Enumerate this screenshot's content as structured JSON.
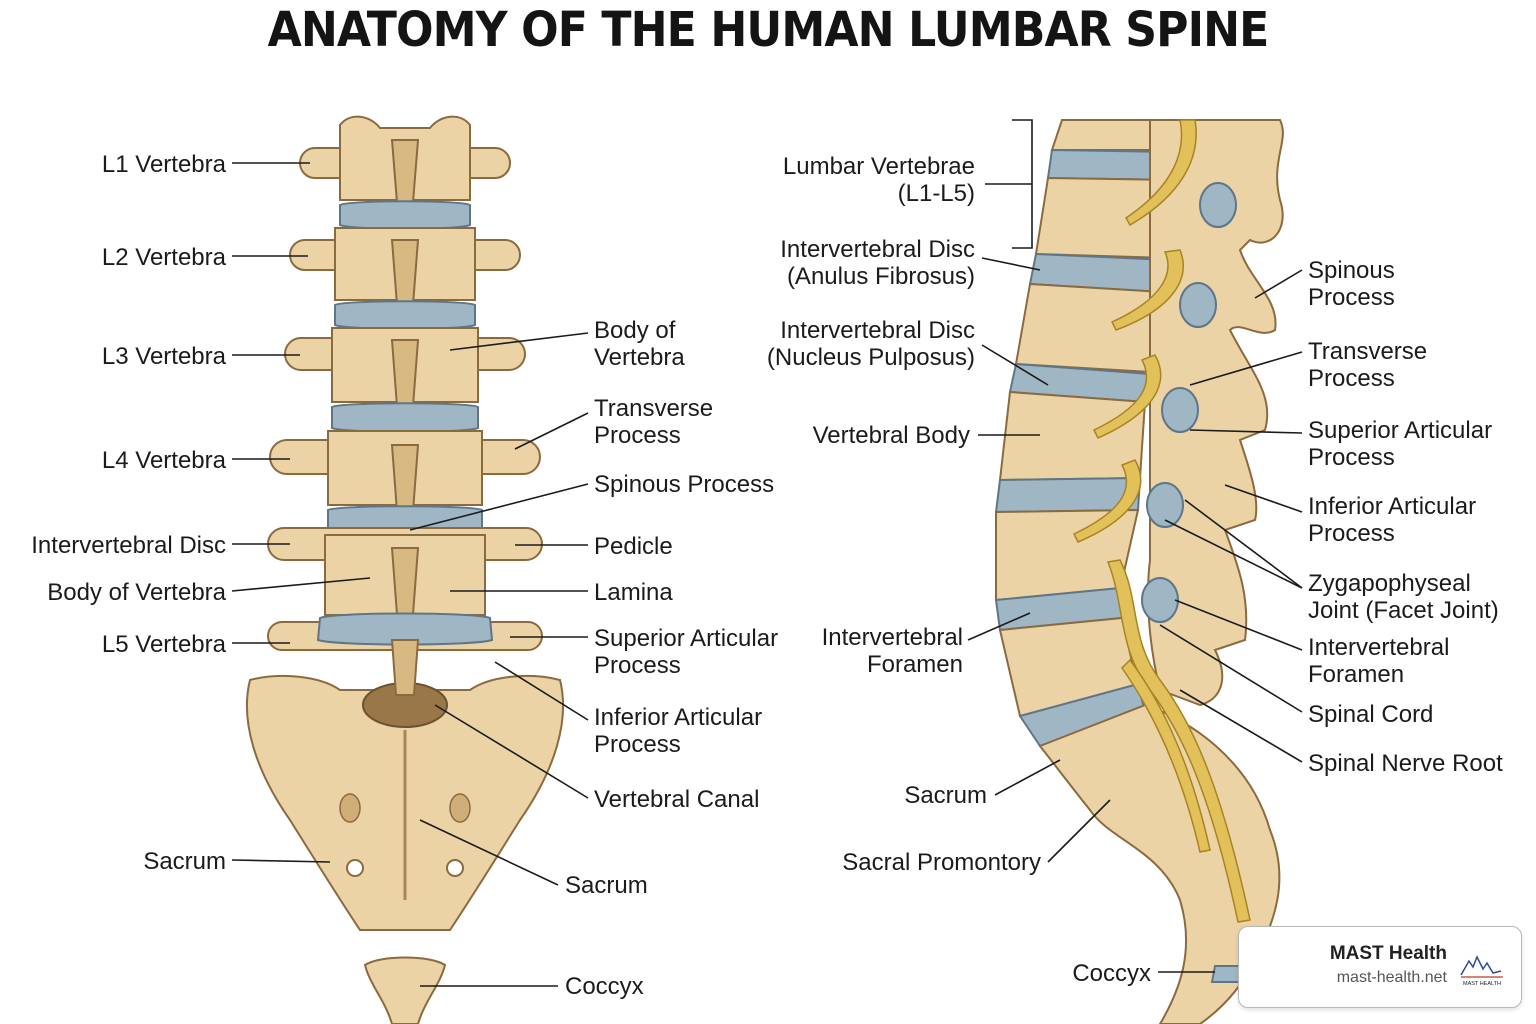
{
  "title": "ANATOMY OF THE HUMAN LUMBAR SPINE",
  "left_labels": {
    "l1": "L1 Vertebra",
    "l2": "L2 Vertebra",
    "l3": "L3 Vertebra",
    "l4": "L4 Vertebra",
    "intervertebral_disc": "Intervertebral Disc",
    "body_of_vertebra": "Body of Vertebra",
    "l5": "L5 Vertebra",
    "sacrum": "Sacrum"
  },
  "middle_labels": {
    "body_of_vertebra": [
      "Body of",
      "Vertebra"
    ],
    "transverse_process": [
      "Transverse",
      "Process"
    ],
    "spinous_process": "Spinous Process",
    "pedicle": "Pedicle",
    "lamina": "Lamina",
    "superior_articular_process": [
      "Superior Articular",
      "Process"
    ],
    "inferior_articular_process": [
      "Inferior Articular",
      "Process"
    ],
    "vertebral_canal": "Vertebral Canal",
    "sacrum": "Sacrum",
    "coccyx": "Coccyx"
  },
  "side_left_labels": {
    "lumbar_vertebrae": [
      "Lumbar Vertebrae",
      "(L1-L5)"
    ],
    "disc_anulus": [
      "Intervertebral Disc",
      "(Anulus Fibrosus)"
    ],
    "disc_nucleus": [
      "Intervertebral Disc",
      "(Nucleus Pulposus)"
    ],
    "vertebral_body": "Vertebral Body",
    "intervertebral_foramen": [
      "Intervertebral",
      "Foramen"
    ],
    "sacrum": "Sacrum",
    "sacral_promontory": "Sacral Promontory",
    "coccyx": "Coccyx"
  },
  "side_right_labels": {
    "spinous_process": [
      "Spinous",
      "Process"
    ],
    "transverse_process": [
      "Transverse",
      "Process"
    ],
    "superior_articular_process": [
      "Superior Articular",
      "Process"
    ],
    "inferior_articular_process": [
      "Inferior Articular",
      "Process"
    ],
    "zygapophyseal_joint": [
      "Zygapophyseal",
      "Joint (Facet Joint)"
    ],
    "intervertebral_foramen": [
      "Intervertebral",
      "Foramen"
    ],
    "spinal_cord": "Spinal Cord",
    "spinal_nerve_root": "Spinal Nerve Root"
  },
  "badge": {
    "name": "MAST Health",
    "url": "mast-health.net",
    "logo_text": "MAST HEALTH"
  },
  "colors": {
    "bone": "#ecd3a6",
    "bone_outline": "#8b6a3f",
    "disc": "#9fb6c4",
    "nerve": "#e2c05a",
    "text": "#1b1b1b"
  }
}
